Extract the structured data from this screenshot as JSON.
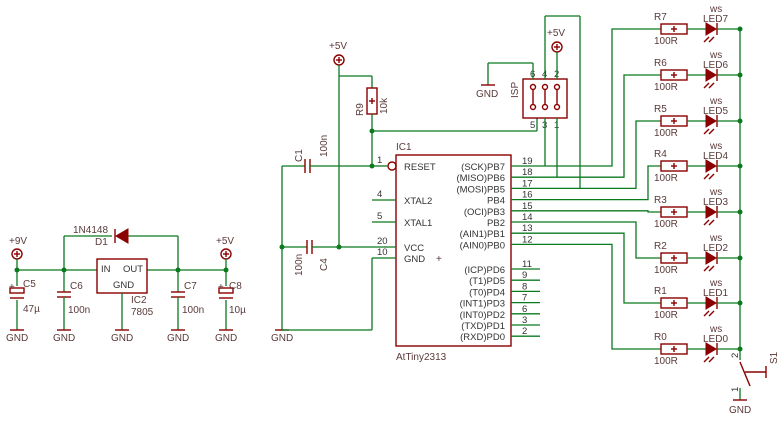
{
  "supply": {
    "vin": "+9V",
    "vcc": "+5V",
    "gnd": "GND"
  },
  "power_section": {
    "c5": {
      "name": "C5",
      "value": "47µ"
    },
    "c6": {
      "name": "C6",
      "value": "100n"
    },
    "c7": {
      "name": "C7",
      "value": "100n"
    },
    "c8": {
      "name": "C8",
      "value": "10µ"
    },
    "d1": {
      "name": "D1",
      "value": "1N4148"
    },
    "ic2": {
      "name": "IC2",
      "value": "7805",
      "in": "IN",
      "out": "OUT",
      "gnd": "GND"
    }
  },
  "reset_section": {
    "r9": {
      "name": "R9",
      "value": "10k"
    },
    "c1": {
      "name": "C1",
      "value": "100n"
    },
    "c4": {
      "name": "C4",
      "value": "100n"
    },
    "isp": {
      "name": "ISP",
      "pins": [
        "6",
        "4",
        "2",
        "5",
        "3",
        "1"
      ]
    }
  },
  "mcu": {
    "name": "IC1",
    "part": "AtTiny2313",
    "left_pins": [
      {
        "num": "1",
        "label": "RESET"
      },
      {
        "num": "4",
        "label": "XTAL2"
      },
      {
        "num": "5",
        "label": "XTAL1"
      },
      {
        "num": "20",
        "label": "VCC"
      },
      {
        "num": "10",
        "label": "GND"
      }
    ],
    "right_pins": [
      {
        "num": "19",
        "label": "(SCK)PB7"
      },
      {
        "num": "18",
        "label": "(MISO)PB6"
      },
      {
        "num": "17",
        "label": "(MOSI)PB5"
      },
      {
        "num": "16",
        "label": "PB4"
      },
      {
        "num": "15",
        "label": "(OCI)PB3"
      },
      {
        "num": "14",
        "label": "PB2"
      },
      {
        "num": "13",
        "label": "(AIN1)PB1"
      },
      {
        "num": "12",
        "label": "(AIN0)PB0"
      },
      {
        "num": "11",
        "label": "(ICP)PD6"
      },
      {
        "num": "9",
        "label": "(T1)PD5"
      },
      {
        "num": "8",
        "label": "(T0)PD4"
      },
      {
        "num": "7",
        "label": "(INT1)PD3"
      },
      {
        "num": "6",
        "label": "(INT0)PD2"
      },
      {
        "num": "3",
        "label": "(TXD)PD1"
      },
      {
        "num": "2",
        "label": "(RXD)PD0"
      }
    ]
  },
  "led_outputs": [
    {
      "resistor": "R7",
      "value": "100R",
      "led": "LED7",
      "color": "ws"
    },
    {
      "resistor": "R6",
      "value": "100R",
      "led": "LED6",
      "color": "ws"
    },
    {
      "resistor": "R5",
      "value": "100R",
      "led": "LED5",
      "color": "ws"
    },
    {
      "resistor": "R4",
      "value": "100R",
      "led": "LED4",
      "color": "ws"
    },
    {
      "resistor": "R3",
      "value": "100R",
      "led": "LED3",
      "color": "ws"
    },
    {
      "resistor": "R2",
      "value": "100R",
      "led": "LED2",
      "color": "ws"
    },
    {
      "resistor": "R1",
      "value": "100R",
      "led": "LED1",
      "color": "ws"
    },
    {
      "resistor": "R0",
      "value": "100R",
      "led": "LED0",
      "color": "ws"
    }
  ],
  "switch": {
    "name": "S1",
    "pin1": "1",
    "pin2": "2"
  },
  "colors": {
    "wire": "#0a7a1f",
    "part": "#8b0000",
    "text": "#333333"
  }
}
